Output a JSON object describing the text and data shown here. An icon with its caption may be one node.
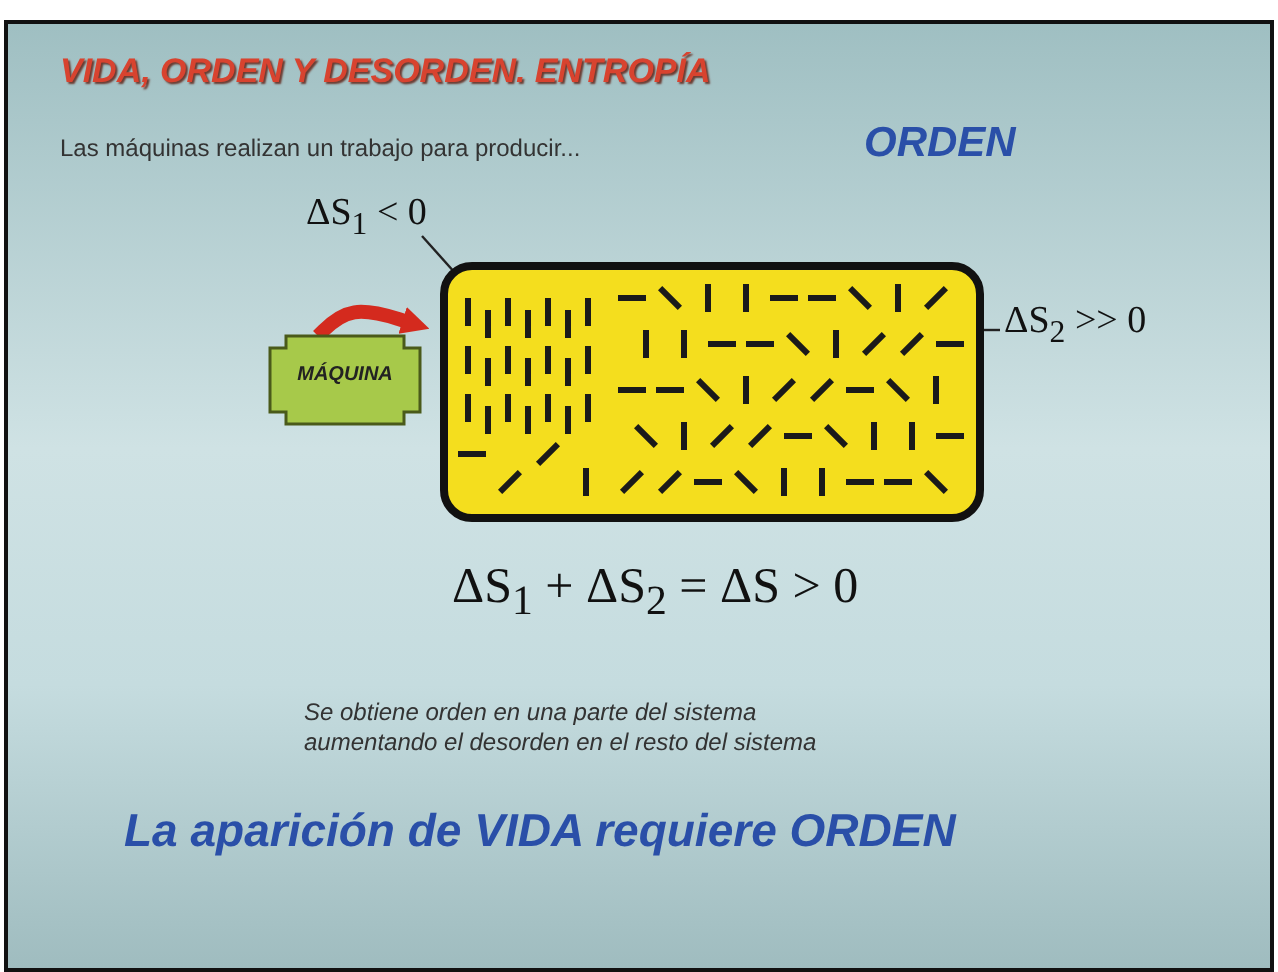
{
  "diagram": {
    "title": "VIDA, ORDEN Y DESORDEN. ENTROPÍA",
    "nodes": [
      {
        "text": [
          "MÁQUINA"
        ]
      },
      {
        "text": [],
        "shape": "box"
      },
      {
        "text": [
          "ΔS$_{1}$ < 0"
        ]
      },
      {
        "text": [
          "ΔS$_{2}$ >> 0"
        ]
      }
    ],
    "edges": [
      {
        "from": 0,
        "to": 1,
        "arrow": "to",
        "style": "thick",
        "color": "#d42a1e"
      },
      {
        "from": 2,
        "to": 1,
        "arrow": "none"
      },
      {
        "from": 3,
        "to": 1,
        "arrow": "none"
      }
    ],
    "labels": [
      "Las máquinas realizan un trabajo para producir...",
      "ORDEN",
      "ΔS$_{1}$ + ΔS$_{2}$ = ΔS > 0",
      "Se obtiene orden en una parte del sistema aumentando el desorden en el resto del sistema",
      "La aparición de VIDA requiere ORDEN"
    ]
  }
}
